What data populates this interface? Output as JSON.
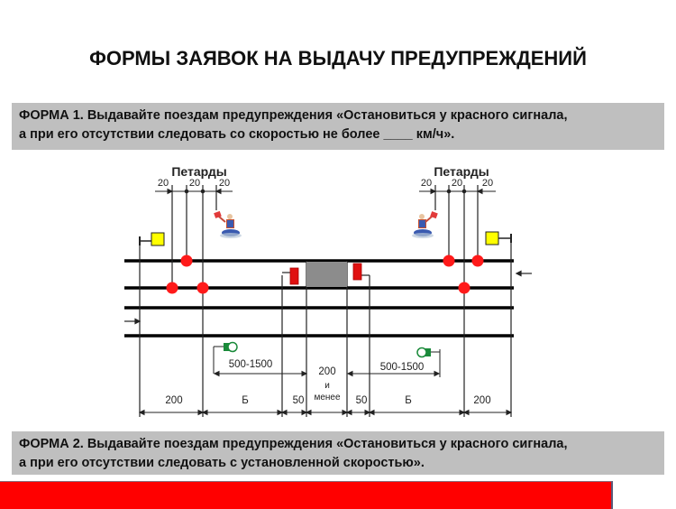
{
  "title": "ФОРМЫ ЗАЯВОК НА ВЫДАЧУ ПРЕДУПРЕЖДЕНИЙ",
  "form1": {
    "line1": "ФОРМА 1. Выдавайте поездам предупреждения «Остановиться у красного сигнала,",
    "line2": "а при его отсутствии следовать со скоростью не более ____ км/ч»."
  },
  "form2": {
    "line1": "ФОРМА 2. Выдавайте поездам предупреждения «Остановиться у красного сигнала,",
    "line2": "а при его отсутствии следовать с установленной скоростью»."
  },
  "diagram": {
    "petards_left_label": "Петарды",
    "petards_right_label": "Петарды",
    "petard_spacing_left": [
      "20",
      "20",
      "20"
    ],
    "petard_spacing_right": [
      "20",
      "20",
      "20"
    ],
    "signal_sign_left": "500-1500",
    "signal_sign_right": "500-1500",
    "bottom_dimensions": [
      "200",
      "Б",
      "50",
      "200",
      "50",
      "Б",
      "200"
    ],
    "middle_dim_line2": "и",
    "middle_dim_line3": "менее",
    "colors": {
      "track": "#000000",
      "petard": "#ff1a1a",
      "signal_yellow": "#ffff00",
      "stop_signal_red": "#e01010",
      "work_zone": "#8c8c8c",
      "sign_green": "#1a8a3a"
    },
    "icons": [
      "signalman-icon",
      "signalman-icon",
      "yellow-signal-icon",
      "yellow-signal-icon",
      "red-stop-signal-icon",
      "red-stop-signal-icon",
      "green-sign-icon",
      "green-sign-icon",
      "direction-arrow-right-icon",
      "direction-arrow-left-icon"
    ]
  }
}
